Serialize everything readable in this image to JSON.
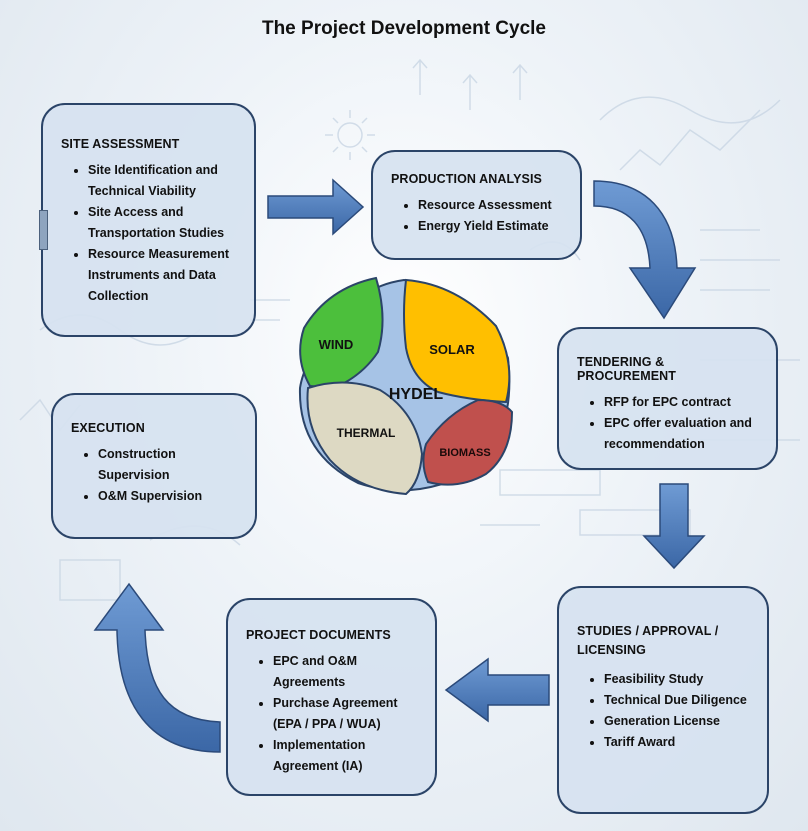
{
  "title": "The Project Development Cycle",
  "colors": {
    "box_fill": "#d6e2f0",
    "box_border": "#2b4468",
    "arrow": "#4f7fbf",
    "wind": "#4cbf3c",
    "solar": "#ffbf00",
    "biomass": "#c0504d",
    "thermal": "#ddd9c3",
    "hydel": "#a6c3e6"
  },
  "boxes": {
    "site_assessment": {
      "title": "SITE ASSESSMENT",
      "items": [
        "Site Identification and Technical Viability",
        "Site Access and Transportation Studies",
        "Resource Measurement Instruments and Data Collection"
      ]
    },
    "production_analysis": {
      "title": "PRODUCTION ANALYSIS",
      "items": [
        "Resource Assessment",
        "Energy Yield Estimate"
      ]
    },
    "tendering": {
      "title": "TENDERING & PROCUREMENT",
      "items": [
        "RFP for EPC contract",
        "EPC offer evaluation and recommendation"
      ]
    },
    "studies": {
      "title": "STUDIES / APPROVAL / LICENSING",
      "items": [
        "Feasibility Study",
        "Technical Due Diligence",
        "Generation License",
        "Tariff Award"
      ]
    },
    "project_documents": {
      "title": "PROJECT DOCUMENTS",
      "items": [
        "EPC and O&M Agreements",
        "Purchase Agreement (EPA / PPA / WUA)",
        "Implementation Agreement (IA)"
      ]
    },
    "execution": {
      "title": "EXECUTION",
      "items": [
        "Construction Supervision",
        "O&M Supervision"
      ]
    }
  },
  "wheel": {
    "center": "HYDEL",
    "segments": [
      "WIND",
      "SOLAR",
      "THERMAL",
      "BIOMASS"
    ]
  }
}
